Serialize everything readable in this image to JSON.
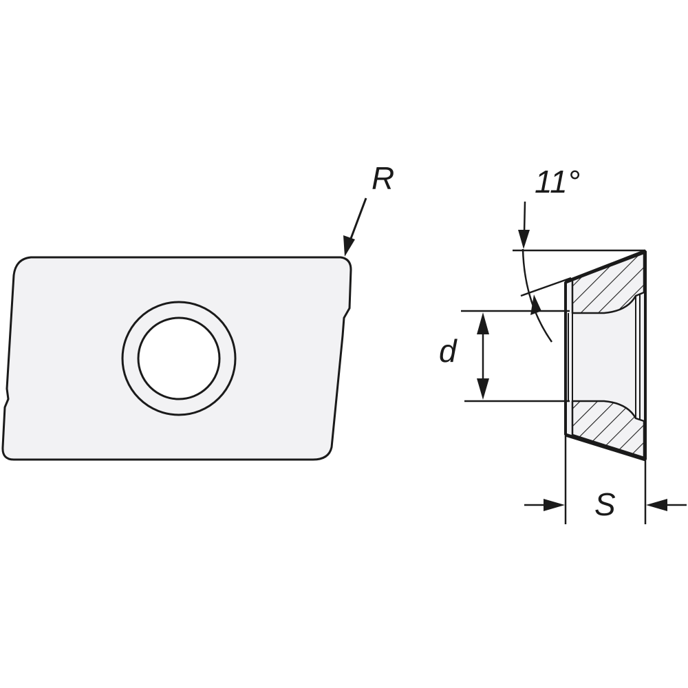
{
  "diagram": {
    "labels": {
      "radius": "R",
      "angle": "11°",
      "diameter": "d",
      "thickness": "S"
    },
    "colors": {
      "stroke": "#1a1a1a",
      "insert_fill": "#f2f2f4",
      "background": "#ffffff"
    }
  }
}
